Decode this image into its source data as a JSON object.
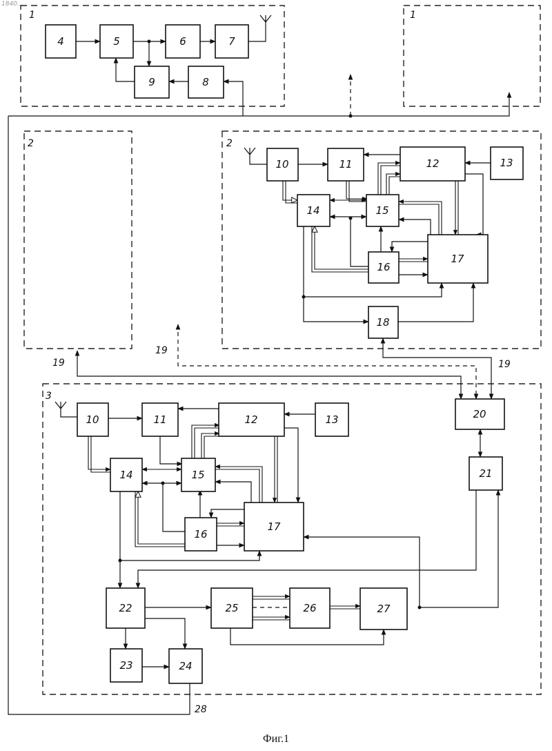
{
  "figure": {
    "caption": "Фиг.1",
    "corner_mark": "1840...",
    "group_labels": {
      "g1_left": "1",
      "g1_right": "1",
      "g2_left": "2",
      "g2_right": "2",
      "g3": "3"
    },
    "line_labels": {
      "l19_left": "19",
      "l19_mid": "19",
      "l19_right": "19",
      "l28": "28"
    },
    "blocks": {
      "b4": "4",
      "b5": "5",
      "b6": "6",
      "b7": "7",
      "b8": "8",
      "b9": "9",
      "r10": "10",
      "r11": "11",
      "r12": "12",
      "r13": "13",
      "r14": "14",
      "r15": "15",
      "r16": "16",
      "r17": "17",
      "r18": "18",
      "s10": "10",
      "s11": "11",
      "s12": "12",
      "s13": "13",
      "s14": "14",
      "s15": "15",
      "s16": "16",
      "s17": "17",
      "s20": "20",
      "s21": "21",
      "s22": "22",
      "s23": "23",
      "s24": "24",
      "s25": "25",
      "s26": "26",
      "s27": "27"
    }
  }
}
